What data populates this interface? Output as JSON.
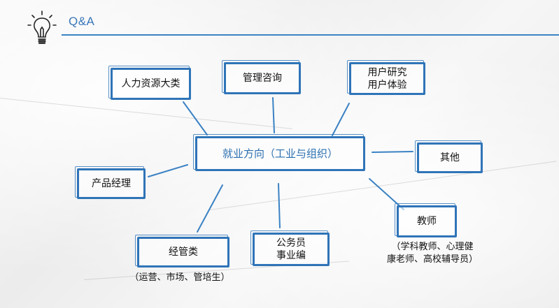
{
  "header": {
    "title": "Q&A"
  },
  "center": {
    "label": "就业方向（工业与组织）"
  },
  "nodes": {
    "hr": "人力资源大类",
    "consult": "管理咨询",
    "ux": "用户研究\n用户体验",
    "other": "其他",
    "pm": "产品经理",
    "ops": "经管类",
    "civil": "公务员\n事业编",
    "teacher": "教师"
  },
  "notes": {
    "ops_note": "（运营、市场、管培生）",
    "teacher_note": "（学科教师、心理健\n康老师、高校辅导员）"
  },
  "colors": {
    "accent": "#2f74b8",
    "line": "#3b82c4"
  }
}
